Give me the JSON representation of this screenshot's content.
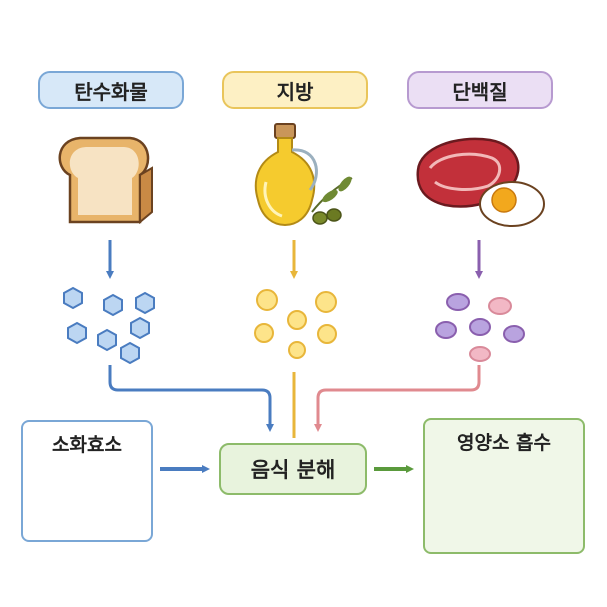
{
  "nutrients": {
    "carb_label": "탄수화물",
    "fat_label": "지방",
    "protein_label": "단백질"
  },
  "process": {
    "enzyme_label": "소화효소",
    "breakdown_label": "음식 분해",
    "absorb_label": "영양소 흡수"
  },
  "colors": {
    "carb": "#4a7cc0",
    "fat": "#e8b63a",
    "protein": "#8a5fae",
    "protein_line": "#e08a8f",
    "green": "#5a9a3c"
  }
}
